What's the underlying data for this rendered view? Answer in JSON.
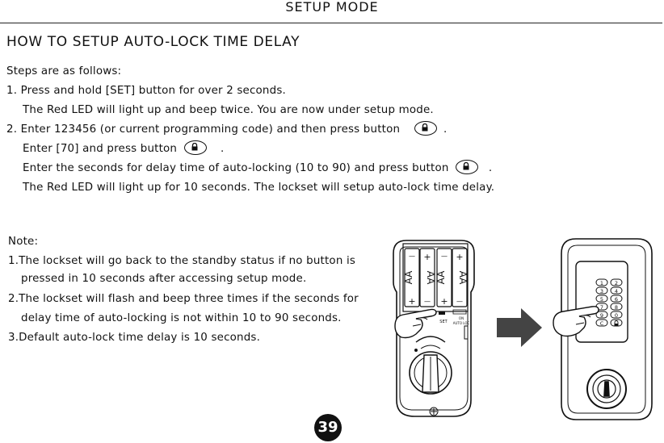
{
  "header": {
    "title": "SETUP  MODE"
  },
  "section": {
    "title": "HOW  TO  SETUP  AUTO-LOCK  TIME  DELAY"
  },
  "steps": {
    "intro": "Steps  are  as  follows:",
    "l1": "1.  Press  and  hold  [SET]  button  for  over  2  seconds.",
    "l2": "The  Red  LED  will  light  up  and  beep  twice.  You  are  now  under  setup  mode.",
    "l3a": "2.  Enter  123456  (or  current  programming  code)  and  then  press  button",
    "l3b": ".",
    "l4a": "Enter  [70]  and  press  button",
    "l4b": ".",
    "l5a": "Enter  the  seconds  for  delay  time  of  auto-locking  (10  to  90)  and  press  button",
    "l5b": ".",
    "l6": "The  Red  LED  will  light  up  for  10  seconds.  The  lockset  will  setup  auto-lock  time  delay."
  },
  "note": {
    "title": "Note:",
    "n1a": "1.The  lockset  will  go  back  to  the  standby  status  if  no  button  is",
    "n1b": "pressed  in  10  seconds  after  accessing  setup  mode.",
    "n2a": "2.The  lockset  will  flash  and  beep  three  times  if  the  seconds  for",
    "n2b": "delay  time  of  auto-locking  is  not  within  10  to  90  seconds.",
    "n3": "3.Default  auto-lock  time  delay  is  10  seconds."
  },
  "illustration": {
    "battery_label": "AA",
    "plus": "+",
    "minus": "—",
    "set_label": "SET",
    "switch_on": "ON",
    "switch_auto": "AUTO LOC",
    "keys": [
      "1",
      "2",
      "3",
      "4",
      "5",
      "6",
      "7",
      "8",
      "9",
      "0",
      "C"
    ]
  },
  "page": {
    "number": "39"
  }
}
